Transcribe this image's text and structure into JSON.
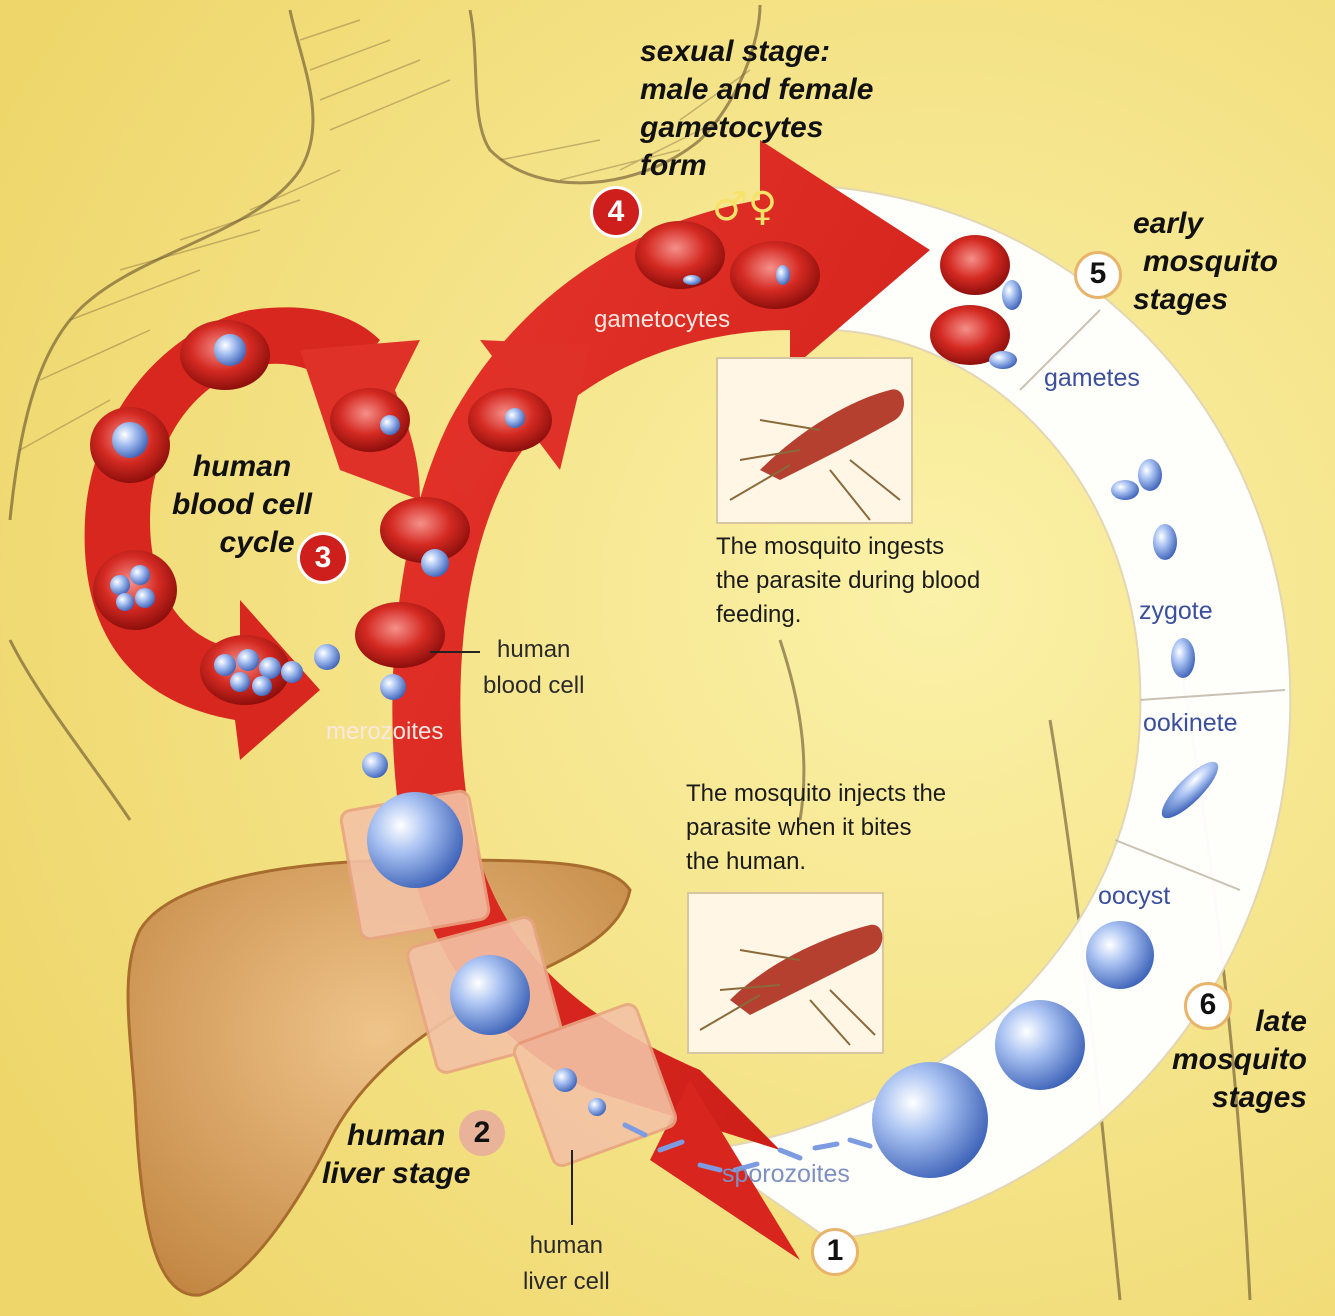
{
  "stages": {
    "s1": {
      "number": "1"
    },
    "s2": {
      "number": "2",
      "title": [
        "human",
        "liver stage"
      ]
    },
    "s3": {
      "number": "3",
      "title": [
        "human",
        "blood cell",
        "cycle"
      ]
    },
    "s4": {
      "number": "4",
      "title": [
        "sexual stage:",
        "male and female",
        "gametocytes",
        "form"
      ]
    },
    "s5": {
      "number": "5",
      "title": [
        "early",
        "mosquito",
        "stages"
      ]
    },
    "s6": {
      "number": "6",
      "title": [
        "late",
        "mosquito",
        "stages"
      ]
    }
  },
  "labels": {
    "gametocytes": "gametocytes",
    "merozoites": "merozoites",
    "gametes": "gametes",
    "zygote": "zygote",
    "ookinete": "ookinete",
    "oocyst": "oocyst",
    "sporozoites": "sporozoites",
    "human_blood_cell": [
      "human",
      "blood cell"
    ],
    "human_liver_cell": [
      "human",
      "liver cell"
    ]
  },
  "notes": {
    "ingest": [
      "The mosquito ingests",
      "the parasite during blood",
      "feeding."
    ],
    "inject": [
      "The mosquito injects the",
      "parasite when it bites",
      "the human."
    ]
  },
  "symbols": {
    "gender": "♂♀"
  },
  "colors": {
    "background": "#f3e27a",
    "human_cycle_red": "#d8261f",
    "mosquito_ring": "#ffffff",
    "parasite_blue": "#6b8fd8",
    "liver": "#d7a25c"
  }
}
